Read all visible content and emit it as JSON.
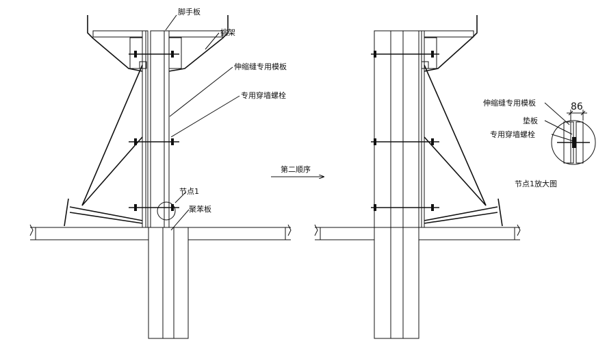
{
  "labels": {
    "scaffold_board": "脚手板",
    "cantilever": "挑架",
    "formwork_special": "伸缩缝专用模板",
    "special_bolt": "专用穿墙螺栓",
    "node1": "节点1",
    "polystyrene_board": "聚苯板",
    "second_sequence": "第二顺序",
    "detail_formwork": "伸缩缝专用模板",
    "detail_padding": "垫板",
    "detail_bolt": "专用穿墙螺栓",
    "detail_title": "节点1放大图",
    "dimension_86": "86"
  },
  "colors": {
    "line": "#111111",
    "background": "#ffffff"
  }
}
